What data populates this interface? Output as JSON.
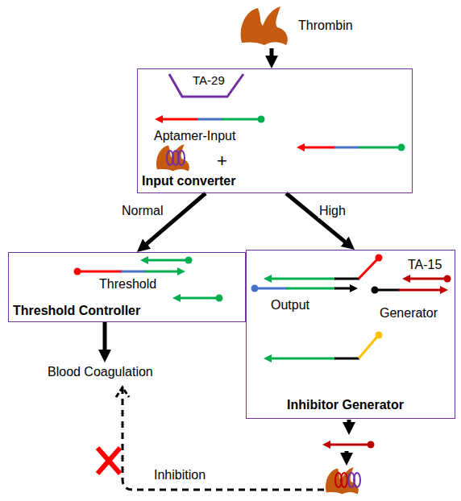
{
  "diagram": {
    "nodes": [
      {
        "text": [
          "Thrombin"
        ]
      },
      {
        "text": [
          "TA-29",
          "Aptamer-Input",
          "+",
          "Input converter"
        ]
      },
      {
        "text": [
          "Threshold",
          "Threshold Controller"
        ]
      },
      {
        "text": [
          "TA-15",
          "Output",
          "Generator",
          "Inhibitor Generator"
        ]
      },
      {
        "text": [
          "Blood Coagulation"
        ]
      }
    ],
    "edges": [
      {
        "from": 0,
        "to": 1,
        "arrow": "to"
      },
      {
        "from": 1,
        "to": 2,
        "label": "Normal",
        "arrow": "to"
      },
      {
        "from": 1,
        "to": 3,
        "label": "High",
        "arrow": "to"
      },
      {
        "from": 2,
        "to": 4,
        "arrow": "to"
      }
    ],
    "labels": [
      "Inhibition"
    ]
  }
}
